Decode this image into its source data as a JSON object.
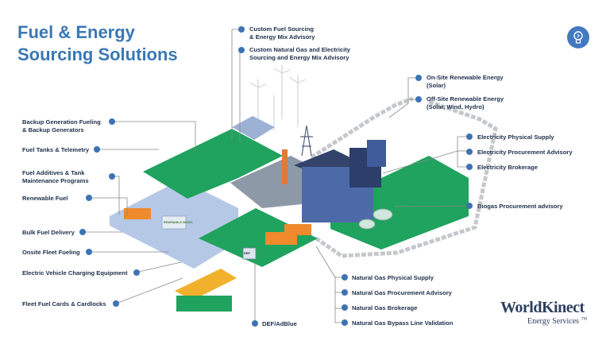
{
  "title": {
    "line1": "Fuel & Energy",
    "line2": "Sourcing Solutions"
  },
  "left_labels": [
    [
      "Backup Generation Fueling",
      "& Backup Generators"
    ],
    [
      "Fuel Tanks & Telemetry"
    ],
    [
      "Fuel Additives & Tank",
      "Maintenance Programs"
    ],
    [
      "Renewable Fuel"
    ],
    [
      "Bulk Fuel Delivery"
    ],
    [
      "Onsite Fleet Fueling"
    ],
    [
      "Electric Vehicle Charging Equipment"
    ],
    [
      "Fleet Fuel Cards & Cardlocks"
    ]
  ],
  "top_labels": [
    [
      "Custom Fuel Sourcing",
      "& Energy Mix Advisory"
    ],
    [
      "Custom Natural Gas and Electricity",
      "Sourcing and Energy Mix Advisory"
    ]
  ],
  "right_labels": [
    [
      "On-Site Renewable Energy",
      "(Solar)"
    ],
    [
      "Off-Site Renewable Energy",
      "(Solar, Wind, Hydro)"
    ],
    [
      "Electricity Physical Supply"
    ],
    [
      "Electricity Procurement Advisory"
    ],
    [
      "Electricity Brokerage"
    ],
    [
      "Biogas Procurement advisory"
    ]
  ],
  "bottom_labels": [
    [
      "Natural Gas Physical Supply"
    ],
    [
      "Natural Gas Procurement Advisory"
    ],
    [
      "Natural Gas Brokerage"
    ],
    [
      "Natural Gas Bypass Line Validation"
    ],
    [
      "DEF/AdBlue"
    ]
  ],
  "illustration_text": {
    "tank_label": "RENEWABLE DIESEL",
    "def_label": "DEF"
  },
  "logo": {
    "wordmark": "WorldKinect",
    "sub": "Energy Services",
    "tm": "TM"
  },
  "icons": {
    "badge": "energy-bulb-icon"
  },
  "colors": {
    "title": "#3a78b4",
    "dot": "#3d73b4",
    "green": "#1fa35f",
    "blue_ground": "#b5c8e6",
    "navy": "#2c3e6b"
  }
}
